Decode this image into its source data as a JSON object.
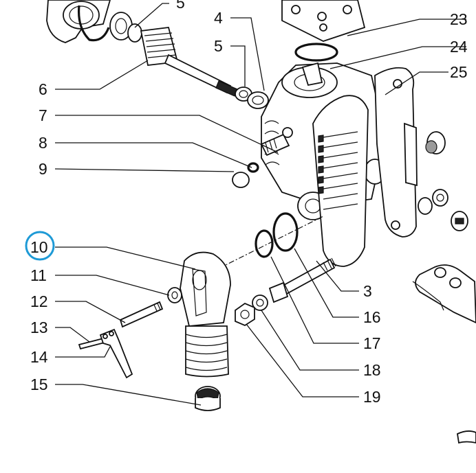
{
  "diagram": {
    "selected_callout": "10",
    "highlight_color": "#1e9ad6",
    "line_color": "#111111",
    "callouts": [
      {
        "id": "5a",
        "text": "5"
      },
      {
        "id": "4",
        "text": "4"
      },
      {
        "id": "5",
        "text": "5"
      },
      {
        "id": "6",
        "text": "6"
      },
      {
        "id": "7",
        "text": "7"
      },
      {
        "id": "8",
        "text": "8"
      },
      {
        "id": "9",
        "text": "9"
      },
      {
        "id": "10",
        "text": "10"
      },
      {
        "id": "11",
        "text": "11"
      },
      {
        "id": "12",
        "text": "12"
      },
      {
        "id": "13",
        "text": "13"
      },
      {
        "id": "14",
        "text": "14"
      },
      {
        "id": "15",
        "text": "15"
      },
      {
        "id": "23",
        "text": "23"
      },
      {
        "id": "24",
        "text": "24"
      },
      {
        "id": "25",
        "text": "25"
      },
      {
        "id": "3",
        "text": "3"
      },
      {
        "id": "16",
        "text": "16"
      },
      {
        "id": "17",
        "text": "17"
      },
      {
        "id": "18",
        "text": "18"
      },
      {
        "id": "19",
        "text": "19"
      }
    ]
  }
}
